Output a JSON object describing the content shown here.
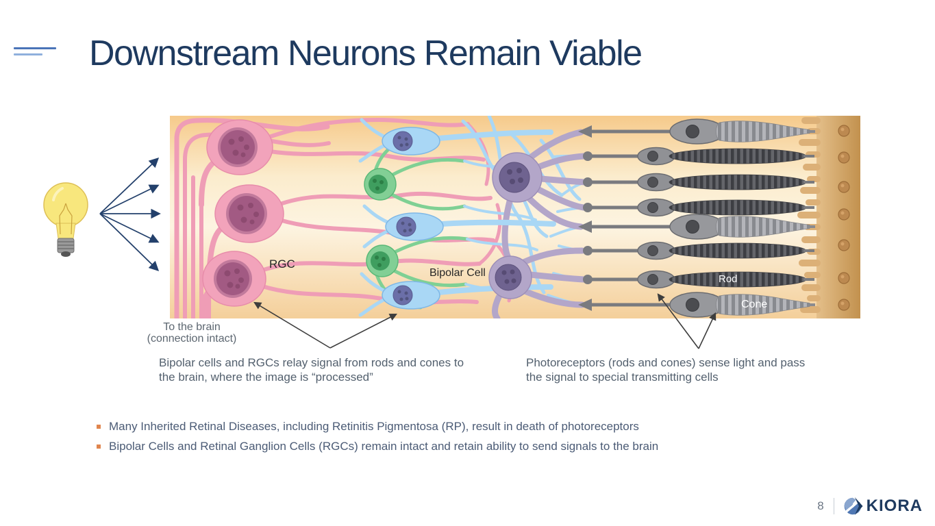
{
  "slide": {
    "title": "Downstream Neurons Remain Viable",
    "footer": {
      "page_number": "8",
      "logo_text": "KIORA"
    }
  },
  "diagram": {
    "cell_labels": {
      "rgc": "RGC",
      "bipolar_cell": "Bipolar Cell",
      "rod": "Rod",
      "cone": "Cone"
    },
    "to_the_brain": {
      "line1": "To the brain",
      "line2": "(connection intact)"
    },
    "captions": {
      "left": {
        "line1": "Bipolar cells and RGCs relay signal from rods and cones to",
        "line2": "the brain, where the image is “processed”"
      },
      "right": {
        "line1": "Photoreceptors (rods and cones) sense light and pass",
        "line2": "the signal to special transmitting cells"
      }
    }
  },
  "bullets": [
    {
      "text": "Many Inherited Retinal Diseases, including Retinitis Pigmentosa (RP), result in death of photoreceptors"
    },
    {
      "text": "Bipolar Cells and Retinal Ganglion Cells (RGCs) remain intact and retain ability to send signals to the brain"
    }
  ],
  "icons": {
    "light_bulb": "light-bulb-icon",
    "kiora_logo": "kiora-logo-icon"
  },
  "colors": {
    "title_navy": "#1e3a5f",
    "caption_gray": "#53606e",
    "bullet_text_slate": "#4b5b75",
    "bullet_marker_orange": "#e0854e",
    "light_ray_navy": "#23406b",
    "annotation_arrow_gray": "#3d3d3d",
    "rgc_pink": "#f2a3bb",
    "bipolar_blue": "#a9d7f5",
    "amacrine_green": "#82cf95",
    "horizontal_cell_purple": "#b3a6c9",
    "photoreceptor_gray": "#909195",
    "rpe_tan": "#d8ab72",
    "diagram_background_peach": "#f6ca8b"
  }
}
